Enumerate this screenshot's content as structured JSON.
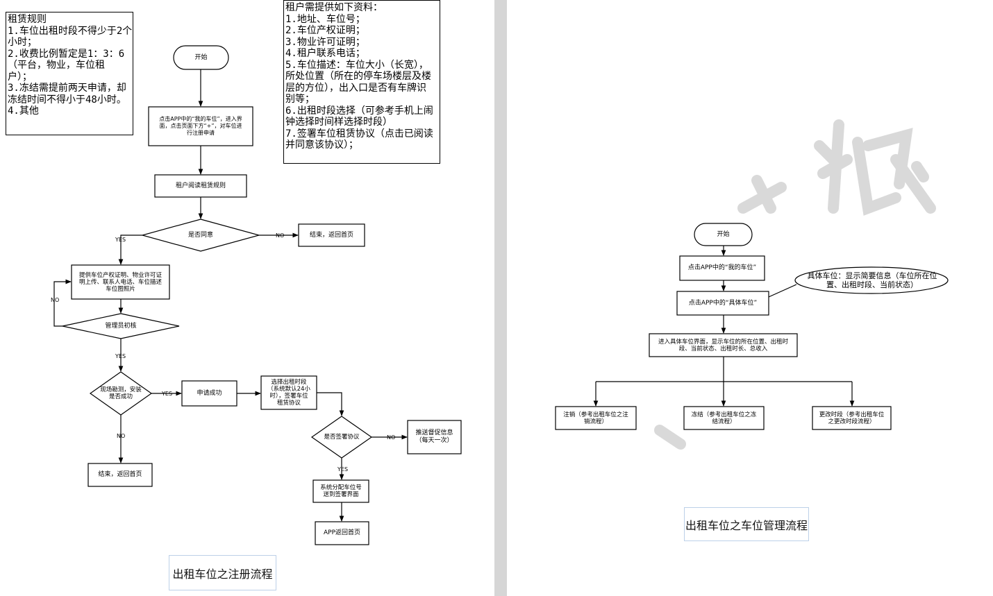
{
  "left_page": {
    "rules_box": {
      "lines": [
        "租赁规则",
        "1.车位出租时段不得少于2个",
        "小时；",
        "2.收费比例暂定是1：3：6",
        "（平台，物业，车位租",
        "户）；",
        "3.冻结需提前两天申请，却",
        "冻结时间不得小于48小时。",
        "4.其他"
      ]
    },
    "materials_box": {
      "lines": [
        "租户需提供如下资料：",
        "1.地址、车位号；",
        "2.车位产权证明；",
        "3.物业许可证明；",
        "4.租户联系电话；",
        "5.车位描述：车位大小（长宽），",
        "所处位置（所在的停车场楼层及楼",
        "层的方位），出入口是否有车牌识",
        "别等；",
        "6.出租时段选择（可参考手机上闹",
        "钟选择时间样选择时段）",
        "7.签署车位租赁协议（点击已阅读",
        "并同意该协议）；"
      ]
    },
    "nodes": {
      "start": "开始",
      "enter_register": "点击APP中的“我的车位”，进入界\n面，点击页面下方“+”，对车位进\n行注册申请",
      "read_rules": "租户阅读租赁规则",
      "agree": "是否同意",
      "end_home_1": "结束，返回首页",
      "provide_docs": "提供车位产权证明、物业许可证\n明上传、联系人电话、车位描述\n车位图照片",
      "admin_review": "管理员初核",
      "site_check": "现场勘测，安装\n是否成功",
      "apply_ok": "申请成功",
      "choose_period": "选择出租时段\n（系统默认24小\n时），签署车位\n租赁协议",
      "signed": "是否签署协议",
      "push_reminder": "推送督促信息\n（每天一次）",
      "assign_spot": "系统分配车位号\n送到签署界面",
      "app_home": "APP返回首页",
      "end_home_2": "结束，返回首页"
    },
    "edge_labels": {
      "yes_agree": "YES",
      "no_agree": "NO",
      "no_review": "NO",
      "yes_review": "YES",
      "yes_site": "YES",
      "no_site": "NO",
      "no_signed": "NO",
      "yes_signed": "YES"
    },
    "caption": "出租车位之注册流程"
  },
  "right_page": {
    "nodes": {
      "start": "开始",
      "my_spot": "点击APP中的“我的车位”",
      "specific_spot": "点击APP中的“具体车位”",
      "spot_info": "具体车位：显示简要信息（车位所在位\n置、出租时段、当前状态）",
      "spot_detail": "进入具体车位界面，显示车位的所在位置、出租时\n段、当前状态、出租时长、总收入",
      "cancel": "注销（参考出租车位之注\n销流程）",
      "freeze": "冻结（参考出租车位之冻\n结流程）",
      "change_period": "更改时段（参考出租车位\n之更改时段流程）"
    },
    "caption": "出租车位之车位管理流程",
    "watermark_color": "#d9d9d9"
  }
}
